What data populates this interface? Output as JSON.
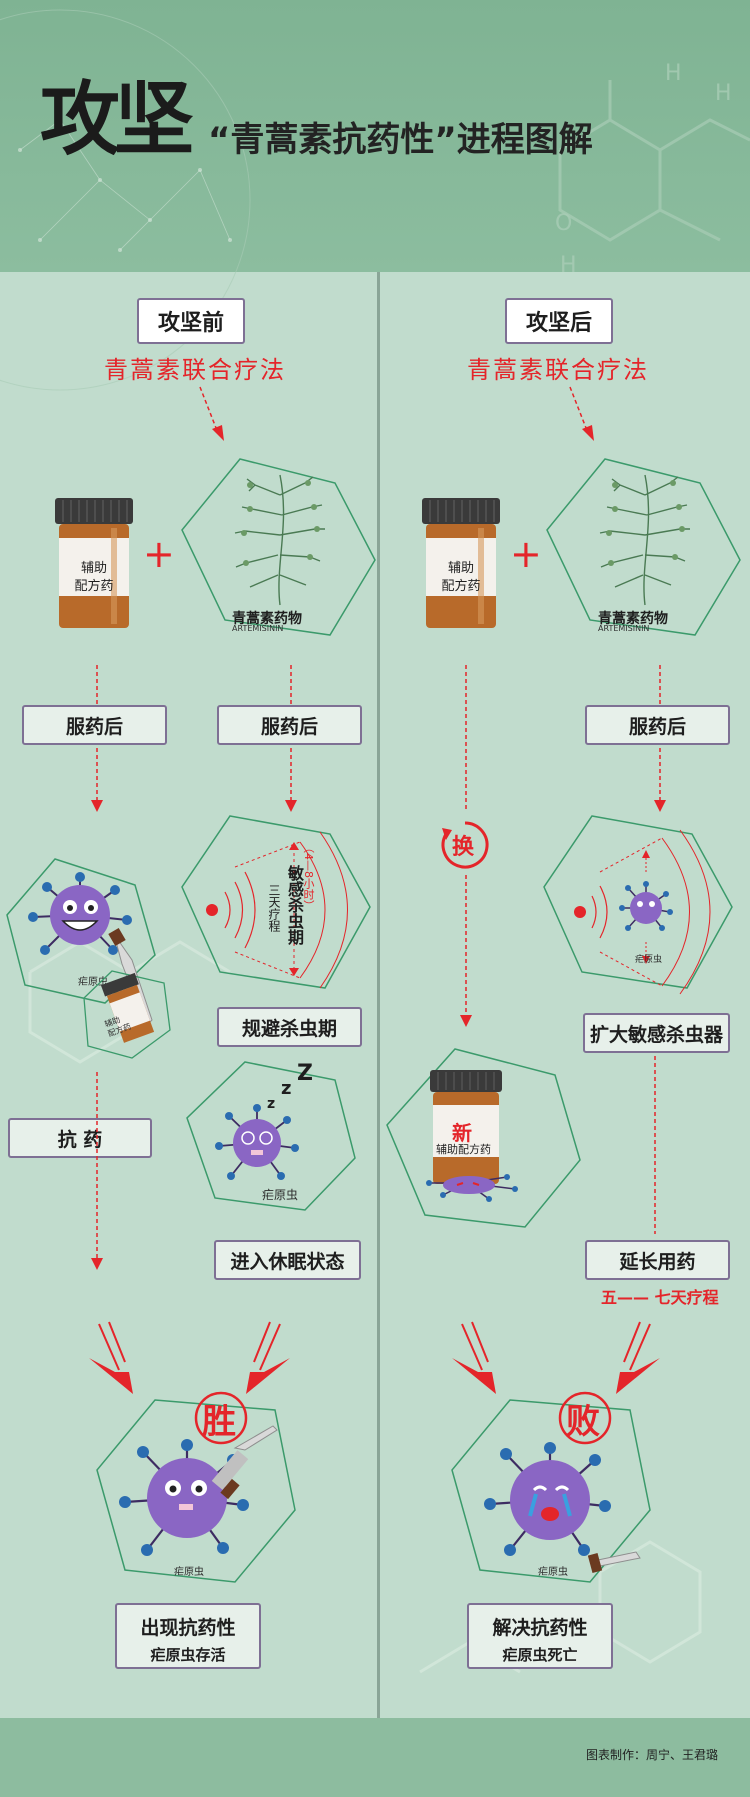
{
  "header": {
    "big_title": "攻坚",
    "subtitle": "“青蒿素抗药性”进程图解"
  },
  "left": {
    "heading": "攻坚前",
    "therapy": "青蒿素联合疗法",
    "bottle_label": "辅助\n配方药",
    "plant_label": "青蒿素药物",
    "plant_label_en": "ARTEMISININ",
    "after_dose_1": "服药后",
    "after_dose_2": "服药后",
    "sensitive_period": "敏感杀虫期",
    "three_day": "三天疗程",
    "hours": "（4—8小时）",
    "parasite_label": "疟原虫",
    "small_bottle_label": "辅助\n配方药",
    "evade": "规避杀虫期",
    "resist": "抗 药",
    "dormant": "进入休眠状态",
    "sleep_parasite_label": "疟原虫",
    "win": "胜",
    "final_parasite_label": "疟原虫",
    "result_title": "出现抗药性",
    "result_sub": "疟原虫存活"
  },
  "right": {
    "heading": "攻坚后",
    "therapy": "青蒿素联合疗法",
    "bottle_label": "辅助\n配方药",
    "plant_label": "青蒿素药物",
    "plant_label_en": "ARTEMISININ",
    "after_dose": "服药后",
    "swap": "换",
    "parasite_label": "疟原虫",
    "expand": "扩大敏感杀虫器",
    "new_word": "新",
    "new_bottle_label": "辅助配方药",
    "extend": "延长用药",
    "course": "五—— 七天疗程",
    "lose": "败",
    "final_parasite_label": "疟原虫",
    "result_title": "解决抗药性",
    "result_sub": "疟原虫死亡"
  },
  "footer": {
    "credit": "图表制作：周宁、王君璐"
  },
  "colors": {
    "header_green": "#7fb393",
    "body_green": "#c1dccd",
    "accent_red": "#e4252a",
    "pill_border": "#7e7094",
    "parasite_purple": "#8a66c4"
  }
}
